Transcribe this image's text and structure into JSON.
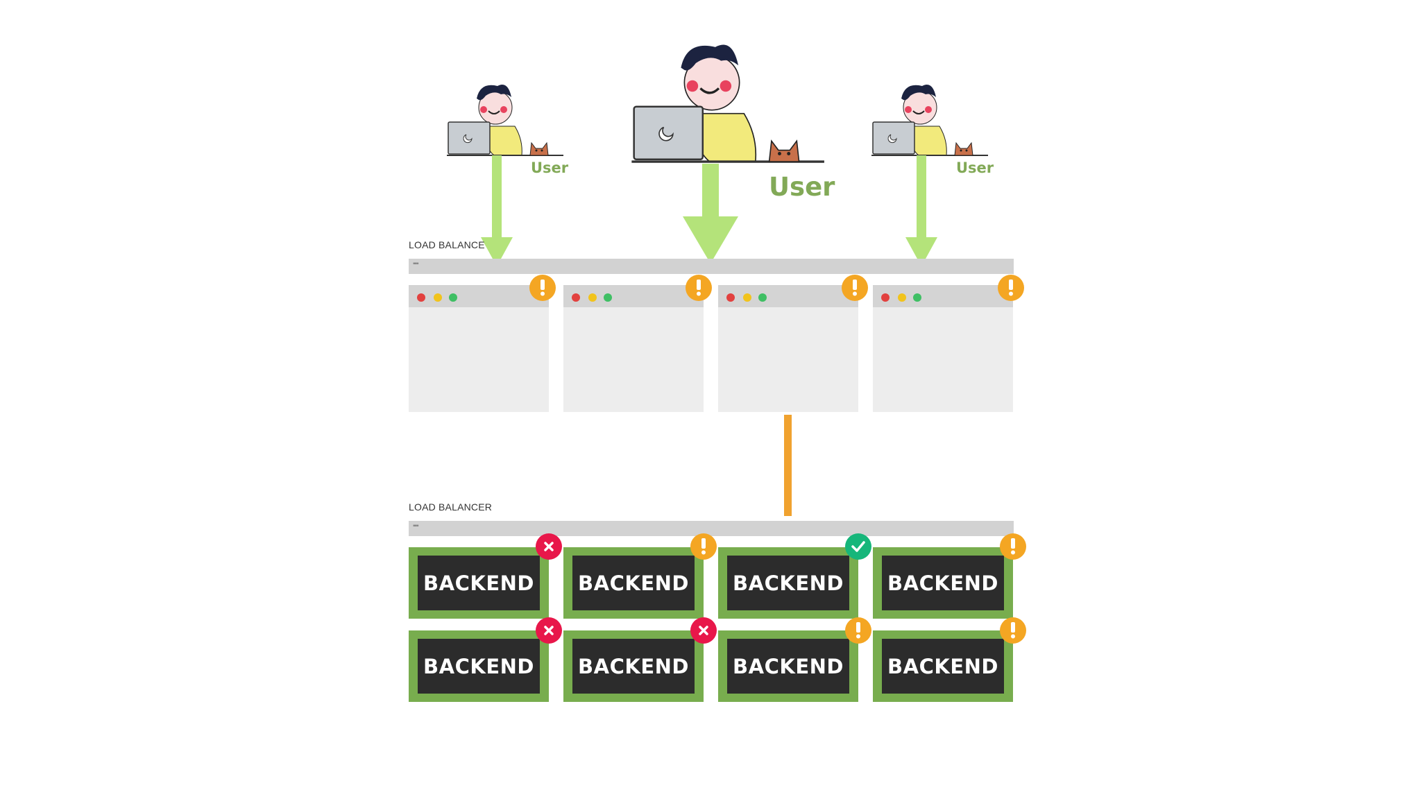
{
  "users": [
    {
      "label": "User",
      "size": "small"
    },
    {
      "label": "User",
      "size": "large"
    },
    {
      "label": "User",
      "size": "small"
    }
  ],
  "frontend_lb": {
    "label": "LOAD BALANCE"
  },
  "backend_lb": {
    "label": "LOAD BALANCER"
  },
  "frontend_windows": [
    {
      "status": "warning-icon"
    },
    {
      "status": "warning-icon"
    },
    {
      "status": "warning-icon"
    },
    {
      "status": "warning-icon"
    }
  ],
  "backends": [
    {
      "label": "BACKEND",
      "status": "error-icon"
    },
    {
      "label": "BACKEND",
      "status": "warning-icon"
    },
    {
      "label": "BACKEND",
      "status": "success-icon"
    },
    {
      "label": "BACKEND",
      "status": "warning-icon"
    },
    {
      "label": "BACKEND",
      "status": "error-icon"
    },
    {
      "label": "BACKEND",
      "status": "error-icon"
    },
    {
      "label": "BACKEND",
      "status": "warning-icon"
    },
    {
      "label": "BACKEND",
      "status": "warning-icon"
    }
  ],
  "colors": {
    "arrow": "#b4e37a",
    "connector": "#f0a22f",
    "warning": "#f4a623",
    "error": "#e8174a",
    "success": "#16b67a",
    "backend_border": "#78ad4e",
    "backend_screen": "#2c2c2c",
    "user_label": "#82a957"
  }
}
